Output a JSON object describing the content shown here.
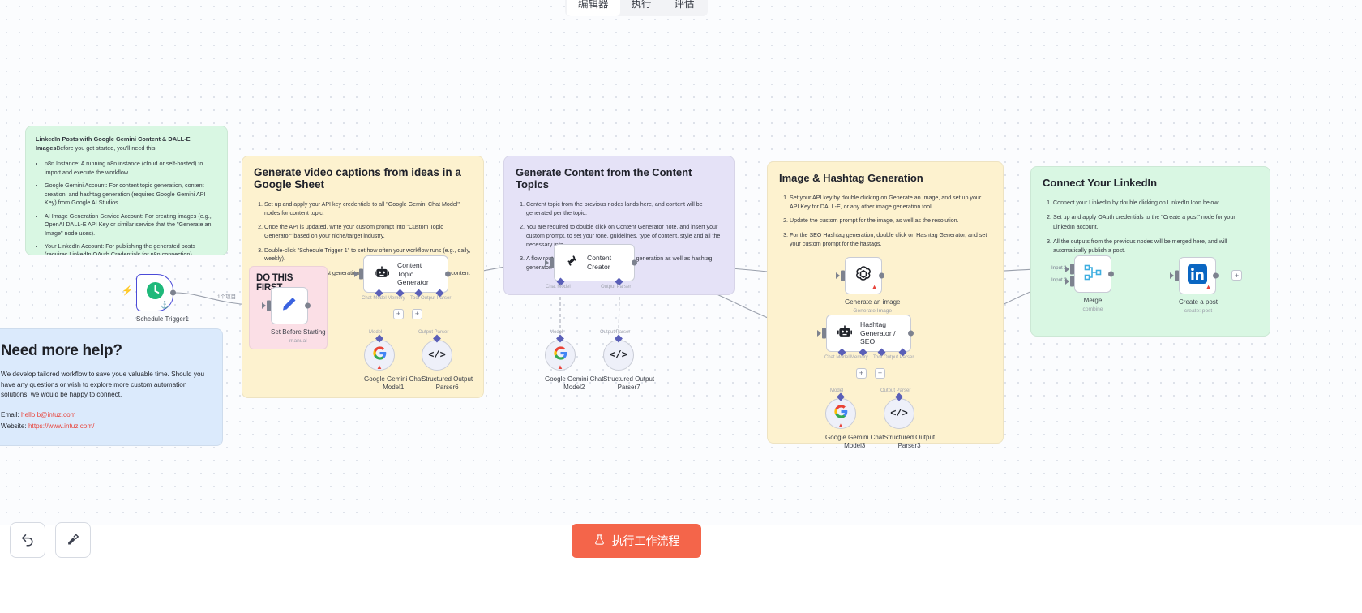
{
  "top_tabs": [
    {
      "label": "编辑器",
      "active": true
    },
    {
      "label": "执行",
      "active": false
    },
    {
      "label": "评估",
      "active": false
    }
  ],
  "notes": {
    "requirements": {
      "title": "LinkedIn Posts with Google Gemini Content & DALL-E Images",
      "intro": "Before you get started, you'll need this:",
      "items": [
        "n8n Instance: A running n8n instance (cloud or self-hosted) to import and execute the workflow.",
        "Google Gemini Account: For content topic generation, content creation, and hashtag generation (requires Google Gemini API Key) from Google AI Studios.",
        "AI Image Generation Service Account: For creating images (e.g., OpenAI DALL-E API Key or similar service that the \"Generate an Image\" node uses).",
        "Your LinkedIn Account: For publishing the generated posts (requires LinkedIn OAuth Credentials for n8n connection)."
      ]
    },
    "help": {
      "title": "Need more help?",
      "body": "We develop tailored workflow to save youe valuable time. Should you have any questions or wish to explore more custom automation solutions, we would be happy to connect.",
      "email_label": "Email:",
      "email": "hello.b@intuz.com",
      "website_label": "Website:",
      "website": "https://www.intuz.com/"
    },
    "captions": {
      "title": "Generate video captions from ideas in a Google Sheet",
      "items": [
        "Set up and apply your API key credentials to all \"Google Gemini Chat Model\" nodes for content topic.",
        "Once the API is updated, write your custom prompt into \"Custom Topic Generator\" based on your niche/target industry.",
        "Double-click \"Schedule Trigger 1\" to set how often your workflow runs (e.g., daily, weekly).",
        "A unique topic for the post generation will be generated and connect with content generator node."
      ]
    },
    "content": {
      "title": "Generate Content from the Content Topics",
      "items": [
        "Content topic from the previous nodes lands here, and content will be generated per the topic.",
        "You are required to double click on Content Generator note, and insert your custom prompt, to set your tone, guidelines, type of content, style and all the necessary info.",
        "A flow router is used to send post to image generation as well as hashtag generator."
      ]
    },
    "image": {
      "title": "Image & Hashtag Generation",
      "items": [
        "Set your API key by double clicking on Generate an Image, and set up your API Key for DALL-E, or any other image generation tool.",
        "Update the custom prompt for the image, as well as the resolution.",
        "For the SEO Hashtag generation, double click on Hashtag Generator, and set your custom prompt for the hastags."
      ]
    },
    "linkedin": {
      "title": "Connect Your LinkedIn",
      "items": [
        "Connect your LinkedIn by double clicking on LinkedIn Icon below.",
        "Set up and apply OAuth credentials to the \"Create a post\" node for your LinkedIn account.",
        "All the outputs from the previous nodes will be merged here, and will automatically publish a post."
      ]
    },
    "do_this_first": {
      "title": "DO THIS FIRST"
    }
  },
  "nodes": {
    "schedule_trigger": {
      "label": "Schedule Trigger1",
      "icon": "clock-icon"
    },
    "set_before_starting": {
      "label": "Set Before Starting",
      "sublabel": "manual",
      "icon": "pencil-icon"
    },
    "content_topic_generator": {
      "label": "Content Topic\nGenerator",
      "title_line1": "Content Topic",
      "title_line2": "Generator",
      "icon": "robot-icon"
    },
    "gemini_model_1": {
      "label": "Google Gemini Chat",
      "label2": "Model1",
      "icon": "google-icon"
    },
    "parser_6": {
      "label": "Structured Output",
      "label2": "Parser6",
      "icon": "code-icon"
    },
    "content_creator": {
      "label": "Content Creator",
      "icon": "chain-icon"
    },
    "gemini_model_2": {
      "label": "Google Gemini Chat",
      "label2": "Model2",
      "icon": "google-icon"
    },
    "parser_7": {
      "label": "Structured Output",
      "label2": "Parser7",
      "icon": "code-icon"
    },
    "generate_an_image": {
      "label": "Generate an image",
      "sublabel": "Generate Image",
      "icon": "openai-icon"
    },
    "hashtag_generator": {
      "title_line1": "Hashtag",
      "title_line2": "Generator / SEO",
      "icon": "robot-icon"
    },
    "gemini_model_3": {
      "label": "Google Gemini Chat",
      "label2": "Model3",
      "icon": "google-icon"
    },
    "parser_3": {
      "label": "Structured Output",
      "label2": "Parser3",
      "icon": "code-icon"
    },
    "merge": {
      "label": "Merge",
      "sublabel": "combine",
      "icon": "merge-icon",
      "input1": "Input 1",
      "input2": "Input 2"
    },
    "create_a_post": {
      "label": "Create a post",
      "sublabel": "create: post",
      "icon": "linkedin-icon"
    }
  },
  "connector_labels": {
    "chat_model": "Chat Model",
    "memory": "Memory",
    "tool": "Tool",
    "output_parser": "Output Parser",
    "model": "Model",
    "parser": "Output Parser"
  },
  "edges": {
    "trigger_label": "1个项目"
  },
  "toolbar": {
    "undo_label": "undo-icon",
    "tidy_label": "tidy-icon",
    "run_label": "执行工作流程",
    "run_icon": "flask-icon",
    "plus_label": "+"
  },
  "colors": {
    "accent_run": "#f4654a",
    "note_green": "#d9f7e3",
    "note_blue": "#dbeafc",
    "note_yellow": "#fdf2cf",
    "note_purple": "#e5e2f7",
    "note_pink": "#fbdfe6",
    "link_red": "#e8453c"
  }
}
